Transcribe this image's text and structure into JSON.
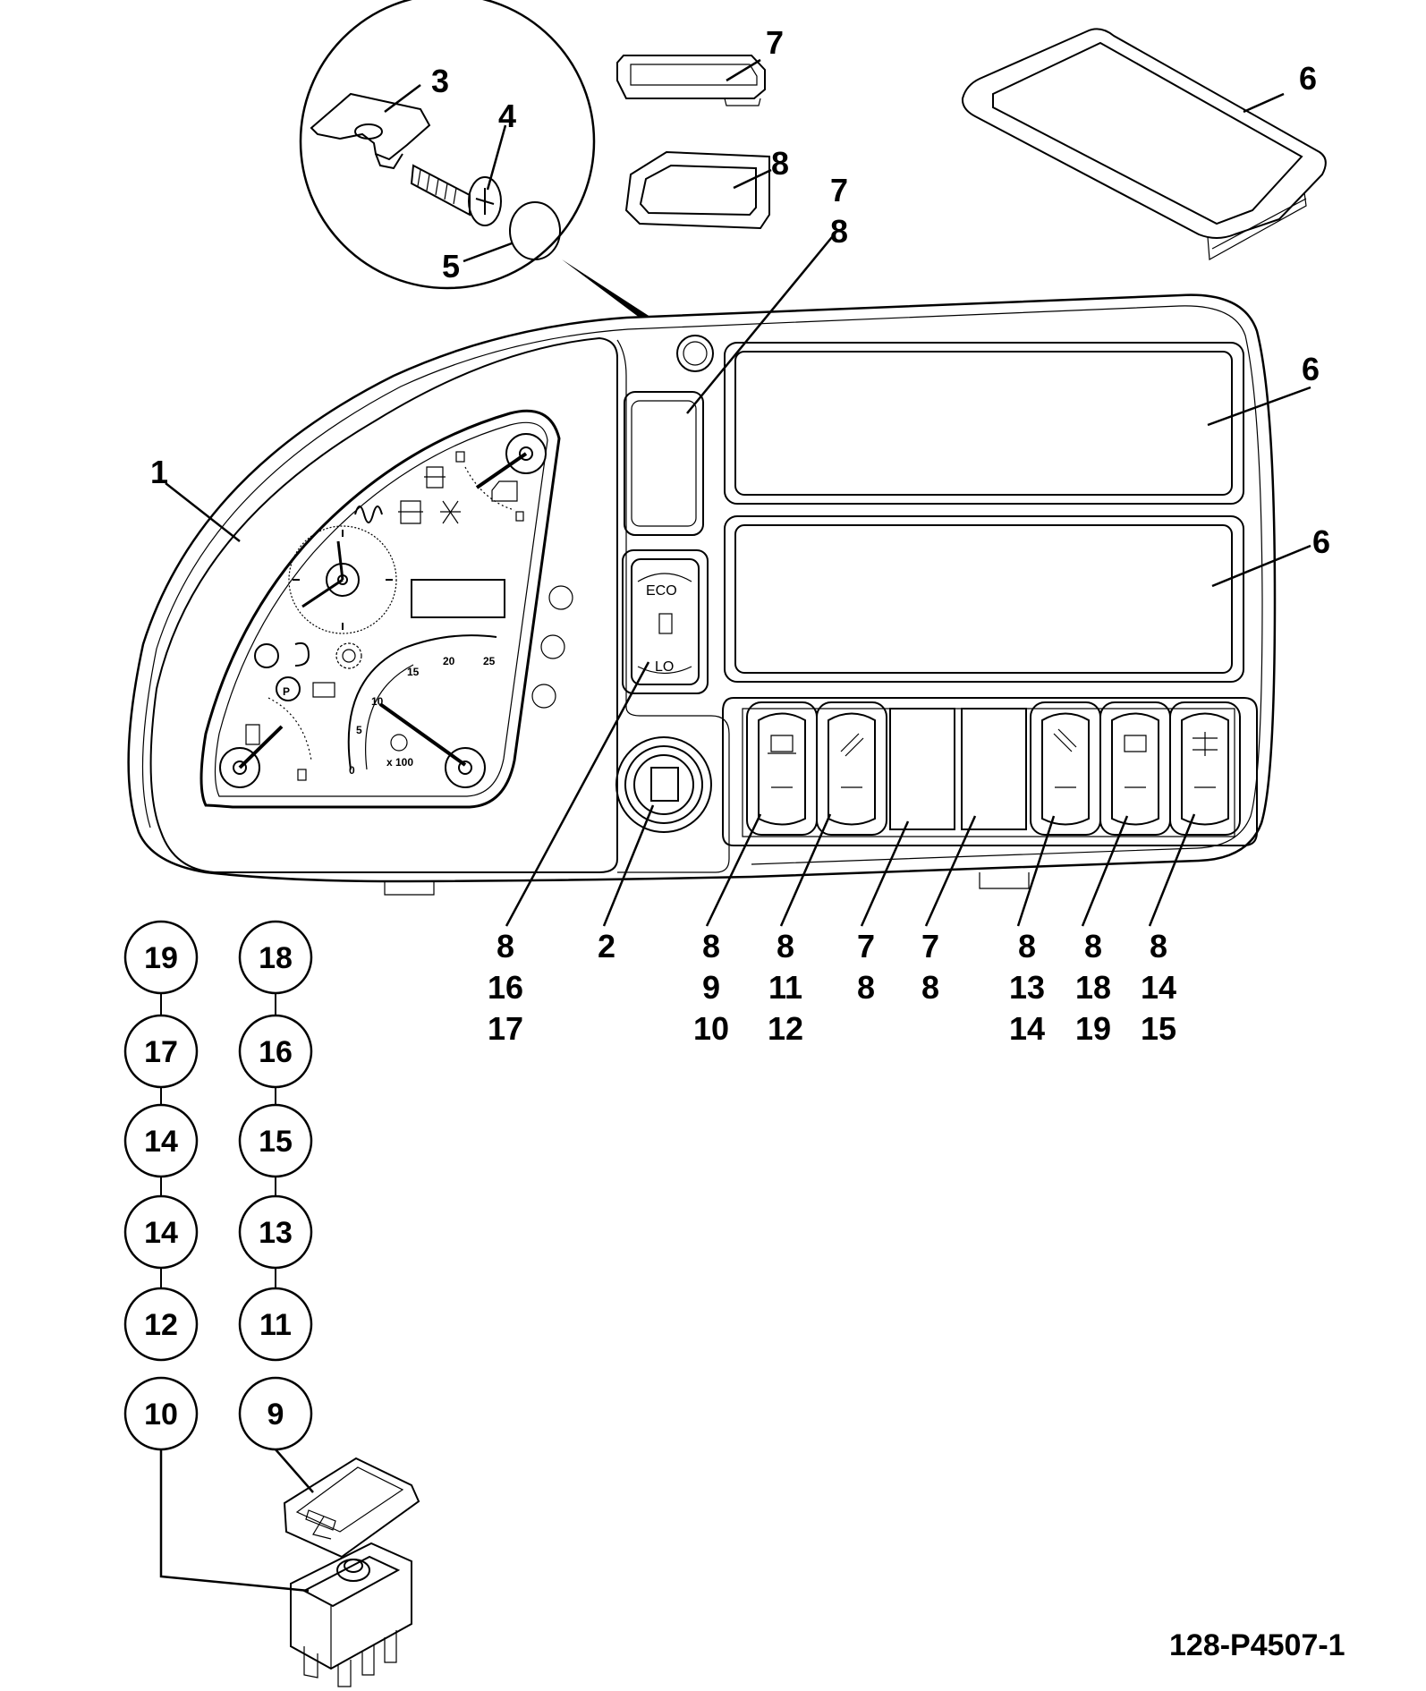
{
  "doc_ref": "128-P4507-1",
  "eco_switch": {
    "top_label": "ECO",
    "bottom_label": "LO"
  },
  "gauges": {
    "speed_ticks": [
      "0",
      "5",
      "10",
      "15",
      "20",
      "25"
    ],
    "speed_unit": "x 100"
  },
  "callouts": [
    {
      "id": "c1",
      "lines": [
        "1"
      ]
    },
    {
      "id": "c2",
      "lines": [
        "2"
      ]
    },
    {
      "id": "c3",
      "lines": [
        "3"
      ]
    },
    {
      "id": "c4",
      "lines": [
        "4"
      ]
    },
    {
      "id": "c5",
      "lines": [
        "5"
      ]
    },
    {
      "id": "c6a",
      "lines": [
        "6"
      ]
    },
    {
      "id": "c6b",
      "lines": [
        "6"
      ]
    },
    {
      "id": "c6c",
      "lines": [
        "6"
      ]
    },
    {
      "id": "c7a",
      "lines": [
        "7"
      ]
    },
    {
      "id": "c8a",
      "lines": [
        "8"
      ]
    },
    {
      "id": "c78",
      "lines": [
        "7",
        "8"
      ]
    },
    {
      "id": "s1",
      "lines": [
        "8",
        "16",
        "17"
      ]
    },
    {
      "id": "s2",
      "lines": [
        "8",
        "9",
        "10"
      ]
    },
    {
      "id": "s3",
      "lines": [
        "8",
        "11",
        "12"
      ]
    },
    {
      "id": "s4",
      "lines": [
        "7",
        "8"
      ]
    },
    {
      "id": "s5",
      "lines": [
        "7",
        "8"
      ]
    },
    {
      "id": "s6",
      "lines": [
        "8",
        "13",
        "14"
      ]
    },
    {
      "id": "s7",
      "lines": [
        "8",
        "18",
        "19"
      ]
    },
    {
      "id": "s8",
      "lines": [
        "8",
        "14",
        "15"
      ]
    }
  ],
  "left_column": [
    "19",
    "17",
    "14",
    "14",
    "12",
    "10"
  ],
  "right_column": [
    "18",
    "16",
    "15",
    "13",
    "11",
    "9"
  ]
}
